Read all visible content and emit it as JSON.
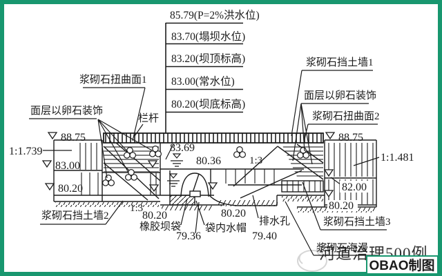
{
  "colors": {
    "frame": "#18976f",
    "ink": "#1b1b1b",
    "paper": "#ffffff",
    "watermark": "#a9d3c6",
    "badge_text": "#26338f"
  },
  "ladder": {
    "items": [
      "85.79(P=2%洪水位)",
      "83.70(塌坝水位)",
      "83.20(坝顶标高)",
      "83.00(常水位)",
      "80.20(坝底标高)"
    ]
  },
  "left": {
    "twisted_surface_1": "浆砌石扭曲面1",
    "pebble_finish": "面层以卵石装饰",
    "railing": "栏杆",
    "slope": "1:1.739",
    "elev_8875": "88.75",
    "elev_8300": "83.00",
    "elev_8020": "80.20",
    "wall_2": "浆砌石挡土墙2",
    "slope_13": "1:3",
    "elev_8020_base": "80.20"
  },
  "center": {
    "elev_8369": "83.69",
    "elev_8036": "80.36",
    "slope_13": "1:3",
    "rubber_dam_bag": "橡胶坝袋",
    "elev_7936": "79.36",
    "bag_water_cap": "袋内水帽",
    "elev_8020": "80.20",
    "drain_hole": "排水孔",
    "elev_7940": "79.40"
  },
  "right": {
    "wall_1": "浆砌石挡土墙1",
    "pebble_finish": "面层以卵石装饰",
    "twisted_surface_2": "浆砌石扭曲面2",
    "elev_8875": "88.75",
    "slope": "1:1.481",
    "elev_8200": "82.00",
    "elev_8020": "80.20",
    "wall_3": "浆砌石挡土墙3",
    "stone_apron": "浆砌石海漫"
  },
  "watermark": {
    "text": "河道治理500例",
    "badge": "OBAO制图"
  }
}
